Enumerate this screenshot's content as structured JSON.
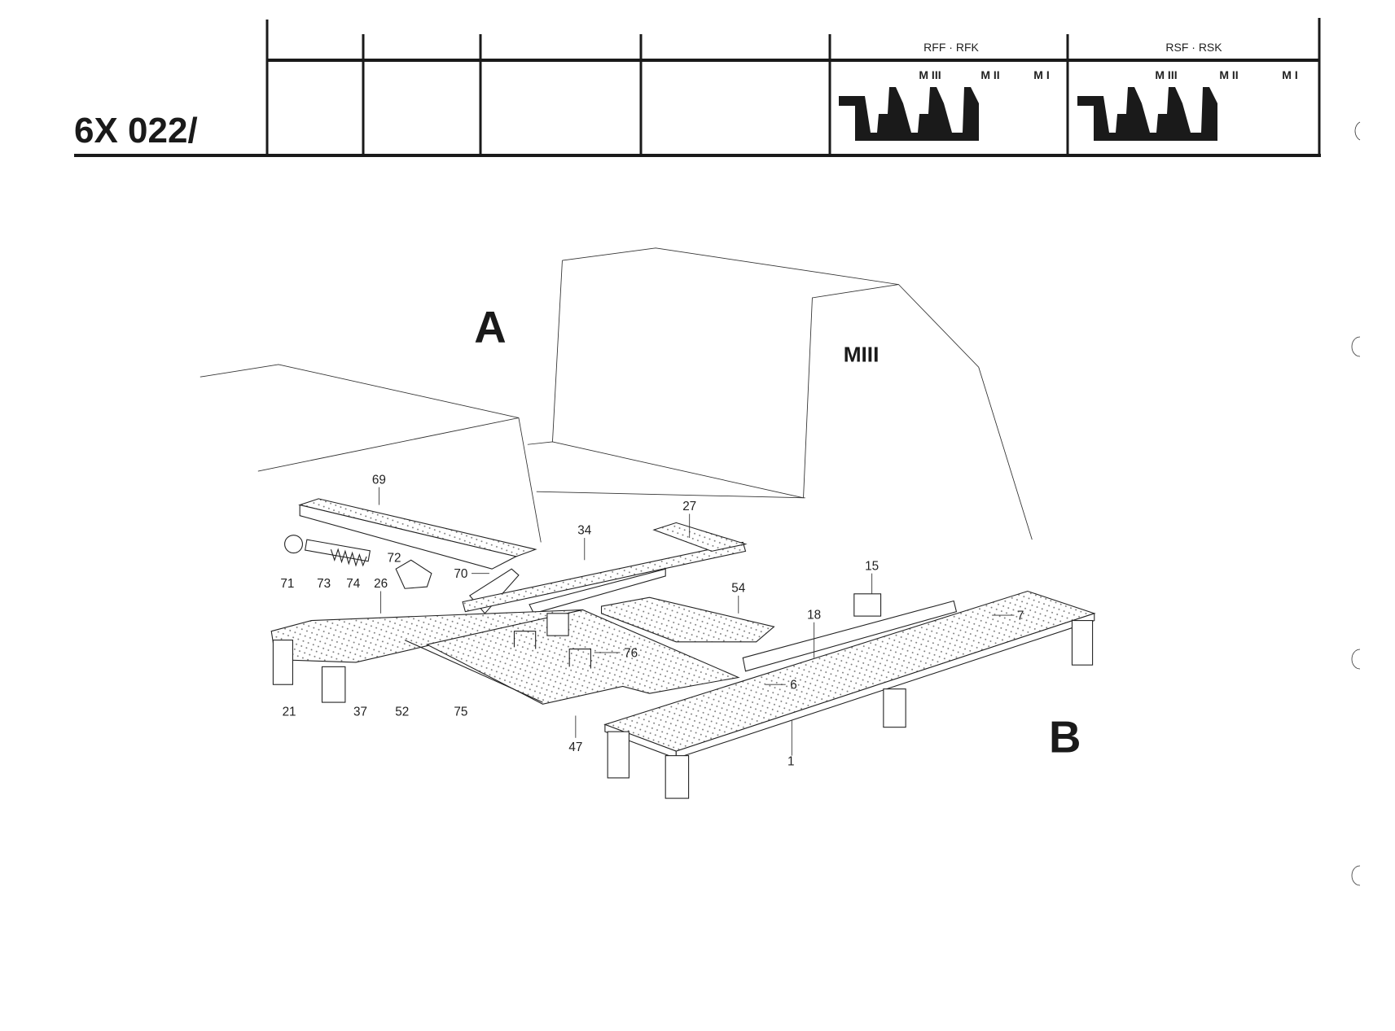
{
  "header": {
    "doc_code": "6X 022/",
    "group_rff": "RFF · RFK",
    "group_rsf": "RSF · RSK",
    "rff_profiles": [
      "M III",
      "M II",
      "M I"
    ],
    "rsf_profiles": [
      "M III",
      "M II",
      "M I"
    ]
  },
  "diagram": {
    "view_a": "A",
    "view_b": "B",
    "unit_label": "MIII",
    "parts": {
      "p69": "69",
      "p27": "27",
      "p34": "34",
      "p72": "72",
      "p70": "70",
      "p71": "71",
      "p73": "73",
      "p74": "74",
      "p26": "26",
      "p54": "54",
      "p15": "15",
      "p18": "18",
      "p7": "7",
      "p76": "76",
      "p6": "6",
      "p21": "21",
      "p37": "37",
      "p52": "52",
      "p75": "75",
      "p47": "47",
      "p1": "1"
    }
  },
  "colors": {
    "ink": "#1a1a1a",
    "paper": "#ffffff"
  }
}
